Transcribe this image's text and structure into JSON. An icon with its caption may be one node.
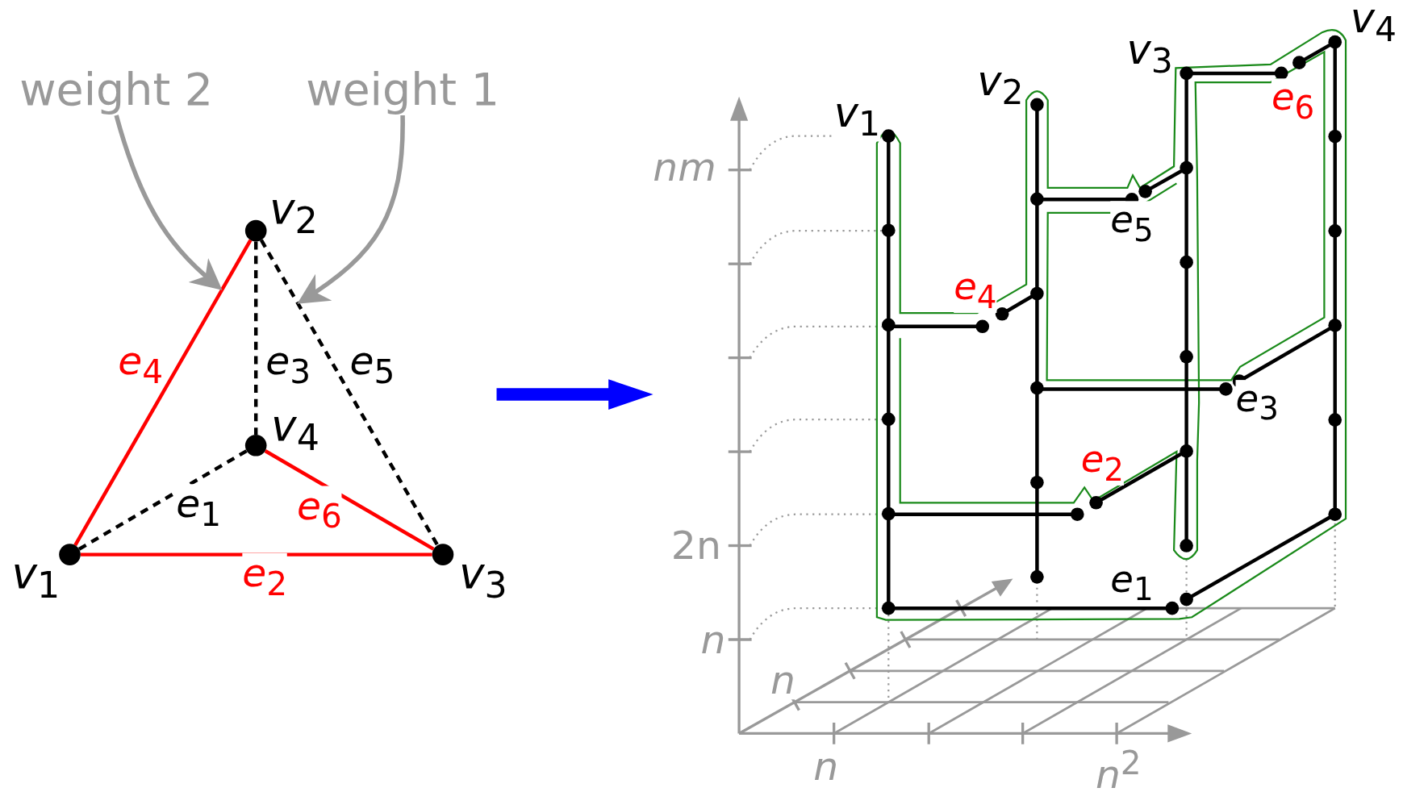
{
  "diagram": {
    "nodes": [
      {
        "text": [
          "weight 2"
        ]
      },
      {
        "text": [
          "weight 1"
        ]
      },
      {
        "text": [
          "*v*$_{2}$"
        ]
      },
      {
        "text": [
          "*v*$_{4}$"
        ]
      },
      {
        "text": [
          "*v*$_{1}$"
        ]
      },
      {
        "text": [
          "*v*$_{3}$"
        ]
      }
    ],
    "edges": [
      {
        "from": 4,
        "to": 2,
        "arrow": "none",
        "label": "*e*$_{4}$",
        "color": "#ff0000"
      },
      {
        "from": 2,
        "to": 3,
        "arrow": "none",
        "label": "*e*$_{3}$",
        "style": "dashed",
        "color": "#000000"
      },
      {
        "from": 2,
        "to": 5,
        "arrow": "none",
        "label": "*e*$_{5}$",
        "style": "dashed",
        "color": "#000000"
      },
      {
        "from": 4,
        "to": 3,
        "arrow": "none",
        "label": "*e*$_{1}$",
        "style": "dashed",
        "color": "#000000"
      },
      {
        "from": 3,
        "to": 5,
        "arrow": "none",
        "label": "*e*$_{6}$",
        "color": "#ff0000"
      },
      {
        "from": 4,
        "to": 5,
        "arrow": "none",
        "label": "*e*$_{2}$",
        "color": "#ff0000"
      },
      {
        "from": 0,
        "to": null,
        "arrow": "to",
        "color": "#999999"
      },
      {
        "from": 1,
        "to": null,
        "arrow": "to",
        "color": "#999999"
      }
    ],
    "labels": [
      "*v*$_{1}$",
      "*v*$_{2}$",
      "*v*$_{3}$",
      "*v*$_{4}$",
      "*e*$_{6}$",
      "*e*$_{5}$",
      "*e*$_{4}$",
      "*e*$_{3}$",
      "*e*$_{2}$",
      "*e*$_{1}$",
      "*nm*",
      "2n",
      "*n*",
      "*n*",
      "*n*",
      "*n*$^{2}$"
    ]
  }
}
